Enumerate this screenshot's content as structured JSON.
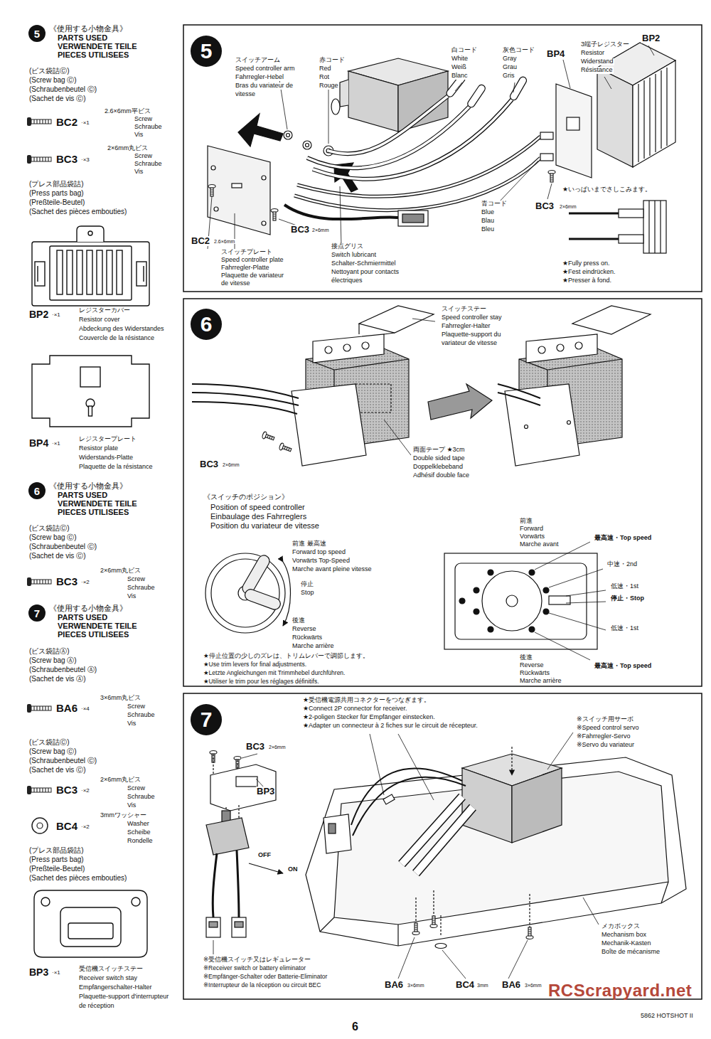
{
  "diagram": {
    "nodes": [
      {
        "text": [
          "5"
        ]
      },
      {
        "text": [
          "5"
        ]
      },
      {
        "text": [
          "6"
        ]
      },
      {
        "text": [
          "6"
        ]
      },
      {
        "text": [
          "7"
        ]
      },
      {
        "text": [
          "7"
        ]
      }
    ],
    "labels": [
      "《使用する小物金具》",
      "PARTS USED",
      "VERWENDETE TEILE",
      "PIECES UTILISEES",
      "(ビス袋詰Ⓒ)",
      "(Screw bag Ⓒ)",
      "(Schraubenbeutel Ⓒ)",
      "(Sachet de vis Ⓒ)",
      "BC2",
      "·×1",
      "2.6×6mm平ビス",
      "Screw",
      "Schraube",
      "Vis",
      "BC3",
      "·×3",
      "2×6mm丸ビス",
      "Screw",
      "Schraube",
      "Vis",
      "(プレス部品袋詰)",
      "(Press parts bag)",
      "(Preßteile-Beutel)",
      "(Sachet des pièces embouties)",
      "BP2",
      "·×1",
      "レジスターカバー",
      "Resistor cover",
      "Abdeckung des Widerstandes",
      "Couvercle de la résistance",
      "BP4",
      "·×1",
      "レジスタープレート",
      "Resistor plate",
      "Widerstands-Platte",
      "Plaquette de la résistance",
      "《使用する小物金具》",
      "PARTS USED",
      "VERWENDETE TEILE",
      "PIECES UTILISEES",
      "(ビス袋詰Ⓒ)",
      "(Screw bag Ⓒ)",
      "(Schraubenbeutel Ⓒ)",
      "(Sachet de vis Ⓒ)",
      "BC3",
      "·×2",
      "2×6mm丸ビス",
      "Screw",
      "Schraube",
      "Vis",
      "《使用する小物金具》",
      "PARTS USED",
      "VERWENDETE TEILE",
      "PIECES UTILISEES",
      "(ビス袋詰Ⓐ)",
      "(Screw bag Ⓐ)",
      "(Schraubenbeutel Ⓐ)",
      "(Sachet de vis Ⓐ)",
      "BA6",
      "·×4",
      "3×6mm丸ビス",
      "Screw",
      "Schraube",
      "Vis",
      "(ビス袋詰Ⓒ)",
      "(Screw bag Ⓒ)",
      "(Schraubenbeutel Ⓒ)",
      "(Sachet de vis Ⓒ)",
      "BC3",
      "·×2",
      "2×6mm丸ビス",
      "Screw",
      "Schraube",
      "Vis",
      "BC4",
      "·×2",
      "3mmワッシャー",
      "Washer",
      "Scheibe",
      "Rondelle",
      "(プレス部品袋詰)",
      "(Press parts bag)",
      "(Preßteile-Beutel)",
      "(Sachet des pièces embouties)",
      "BP3",
      "·×1",
      "受信機スイッチステー",
      "Receiver switch stay",
      "Empfängerschalter-Halter",
      "Plaquette-support d'interrupteur",
      "de réception",
      "スイッチアーム",
      "Speed controller arm",
      "Fahrregler-Hebel",
      "Bras du variateur de",
      "vitesse",
      "赤コード",
      "Red",
      "Rot",
      "Rouge",
      "白コード",
      "White",
      "Weiß",
      "Blanc",
      "灰色コード",
      "Gray",
      "Grau",
      "Gris",
      "BP4",
      "3端子レジスター",
      "Resistor",
      "Widerstand",
      "Résistance",
      "BP2",
      "★いっぱいまでさしこみます。",
      "青コード",
      "Blue",
      "Blau",
      "Bleu",
      "BC3",
      "2×6mm",
      "BC2",
      "2.6×6mm",
      "BC3",
      "2×6mm",
      "スイッチプレート",
      "Speed controller plate",
      "Fahrregler-Platte",
      "Plaquette de variateur",
      "de vitesse",
      "接点グリス",
      "Switch lubricant",
      "Schalter-Schmiermittel",
      "Nettoyant pour contacts",
      "électriques",
      "★Fully press on.",
      "★Fest eindrücken.",
      "★Presser à fond.",
      "スイッチステー",
      "Speed controller stay",
      "Fahrregler-Halter",
      "Plaquette-support du",
      "variateur de vitesse",
      "BC3",
      "2×6mm",
      "両面テープ ★3cm",
      "Double sided tape",
      "Doppelklebeband",
      "Adhésif double face",
      "《スイッチのポジション》",
      "Position of speed controller",
      "Einbaulage des Fahrreglers",
      "Position du variateur de vitesse",
      "前進 最高速",
      "Forward top speed",
      "Vorwärts Top-Speed",
      "Marche avant pleine vitesse",
      "停止",
      "Stop",
      "後進",
      "Reverse",
      "Rückwärts",
      "Marche arrière",
      "★停止位置の少しのズレは、トリムレバーで調節します。",
      "★Use trim levers for final adjustments.",
      "★Letzte Angleichungen mit Trimmhebel durchführen.",
      "★Utiliser le trim pour les réglages définitifs.",
      "前進",
      "Forward",
      "Vorwärts",
      "Marche avant",
      "最高速・Top speed",
      "中速・2nd",
      "低速・1st",
      "停止・Stop",
      "低速・1st",
      "後進",
      "Reverse",
      "Rückwärts",
      "Marche arrière",
      "最高速・Top speed",
      "★受信機電源共用コネクターをつなぎます。",
      "★Connect 2P connector for receiver.",
      "★2-poligen Stecker für Empfänger einstecken.",
      "★Adapter un connecteur à 2 fiches sur le circuit de récepteur.",
      "BC3",
      "2×6mm",
      "BP3",
      "OFF",
      "ON",
      "※スイッチ用サーボ",
      "※Speed control servo",
      "※Fahrregler-Servo",
      "※Servo du variateur",
      "メカボックス",
      "Mechanism box",
      "Mechanik-Kasten",
      "Boîte de mécanisme",
      "※受信機スイッチ又はレギュレーター",
      "※Receiver switch or battery eliminator",
      "※Empfänger-Schalter oder Batterie-Eliminator",
      "※Interrupteur de la réception ou circuit BEC",
      "BA6",
      "3×6mm",
      "BC4",
      "3mm",
      "BA6",
      "3×6mm",
      "6",
      "5862 HOTSHOT II",
      "RCScrapyard.net"
    ]
  }
}
